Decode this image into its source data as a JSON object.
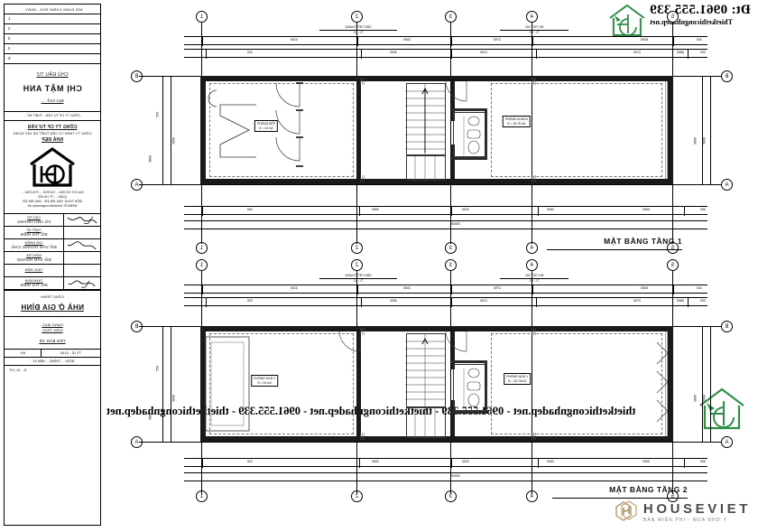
{
  "sheet": {
    "background": "#ffffff",
    "mirrored": true
  },
  "brand": {
    "phone": "Đt: 0961.555.339",
    "website": "Thietkethicongnhadep.net",
    "logo_icon": "green-house-logo",
    "accent_color": "#2f8f46"
  },
  "watermark": {
    "middle": "thietkethicongnhadep.net - 0961.555.339 - thietkethicongnhadep.net - 0961.555.339 - thietkethicongnhadep.net"
  },
  "houseviet": {
    "name": "HOUSEVIET",
    "tagline": "BẢN MIỄN PHÍ - MUA NHƯ Ý",
    "mark_color": "#b99a6b",
    "text_color": "#4a4a4a"
  },
  "titleblock": {
    "revision_header": "NỘI DUNG CHỈNH SỬA - NGÀY...",
    "revision_rows": [
      "1",
      "2",
      "3",
      "4",
      "5"
    ],
    "owner_caption": "CHỦ ĐẦU TƯ",
    "owner_name": "CHỊ MẶT ANH",
    "owner_address": "ĐỊA CHỈ: ...",
    "org_line": "CÔNG TY CP TƯ VẤN - THIẾT KẾ...",
    "org_title": "CÔNG TY CP TƯ VẤN",
    "org_sub": "CÔNG TY TNHH TƯ VẤN THIẾT KẾ XÂY DỰNG",
    "org_brand": "NHÀ ĐẸP",
    "logo_icon": "house-monogram-logo",
    "org_addr": [
      "ĐỊA CHỈ: SỐ NHÀ ... ĐƯỜNG ... PHƯỜNG ...",
      "QUẬN ... TP. HÀ NỘI",
      "ĐIỆN THOẠI: 0961.555.339 - 0961.555.339",
      "WEBSITE: thietkethicongnhadep.net"
    ],
    "signatures": [
      {
        "role": "CHỦ TRÌ",
        "name": "VŨ ANH HOÀNG"
      },
      {
        "role": "THIẾT KẾ",
        "name": "ĐỖ THỊ HIỀN"
      },
      {
        "role": "CHỦ NHIỆM",
        "name": "ĐỖ VĂN HOÀNG CHỦ"
      },
      {
        "role": "KIỂM TRA",
        "name": "ĐỖ VĂN HOÀNG"
      },
      {
        "role": "THỰC HIỆN",
        "name": ""
      },
      {
        "role": "THẨM ĐỊNH",
        "name": "ĐỖ THỊ HIỀN"
      }
    ],
    "project_caption": "CÔNG TRÌNH",
    "project_name": "NHÀ Ở GIA ĐÌNH",
    "drawing_caption_1": "HẠNG MỤC",
    "drawing_caption_2": "KIẾN TRÚC",
    "drawing_name": "TÊN BẢN VẼ",
    "scale_label": "TỶ LỆ : 1/100",
    "sheet_label": "KH.",
    "date_label": "NGÀY ... THÁNG ... NĂM 20...",
    "sheet_no": "TL - 01 / KT"
  },
  "plans": [
    {
      "title": "MẶT BẰNG TẦNG 1",
      "grid_top": [
        "5",
        "4",
        "3",
        "2",
        "1"
      ],
      "grid_left": [
        "B",
        "A"
      ],
      "notes": [
        {
          "line1": "ĐH TIẾT MC",
          "line2": "TL : 1/1"
        },
        {
          "line1": "SÂN TIẾT THANG",
          "line2": "TL : 1/1"
        }
      ],
      "dims_top_outer": [
        "410",
        "6000",
        "2700",
        "2000",
        "4100"
      ],
      "dims_top_inner": [
        "200",
        "5800",
        "2700",
        "2100",
        "4000",
        "220"
      ],
      "dims_bottom": [
        "300",
        "5900",
        "2600",
        "2200",
        "3900",
        "240"
      ],
      "dims_left": [
        "4000",
        "3800"
      ],
      "dims_right": [
        "4000",
        "220",
        "3800"
      ],
      "total_dim": "20000",
      "rooms": [
        {
          "name": "PHÒNG KHÁCH",
          "area": "S = 15.75 m2"
        },
        {
          "name": "PHÒNG BẾP",
          "area": "S = 24 m2"
        }
      ]
    },
    {
      "title": "MẶT BẰNG TẦNG 2",
      "grid_top": [
        "5",
        "4",
        "3",
        "2",
        "1"
      ],
      "grid_left": [
        "B",
        "A"
      ],
      "notes": [
        {
          "line1": "ĐH TIẾT MC",
          "line2": "TL : 1/1"
        },
        {
          "line1": "SÂN TIẾT THANG",
          "line2": "TL : 1/1"
        }
      ],
      "dims_top_outer": [
        "410",
        "6000",
        "2700",
        "2000",
        "4100"
      ],
      "dims_top_inner": [
        "200",
        "5800",
        "2700",
        "2100",
        "4000",
        "220"
      ],
      "dims_bottom": [
        "300",
        "5900",
        "2600",
        "2200",
        "3900",
        "240"
      ],
      "dims_left": [
        "4000",
        "3800"
      ],
      "dims_right": [
        "4000",
        "220",
        "3800"
      ],
      "total_dim": "20000",
      "rooms": [
        {
          "name": "PHÒNG NGỦ 1",
          "area": "S = 15.75 m2"
        },
        {
          "name": "PHÒNG NGỦ 2",
          "area": "S = 24 m2"
        }
      ]
    }
  ]
}
